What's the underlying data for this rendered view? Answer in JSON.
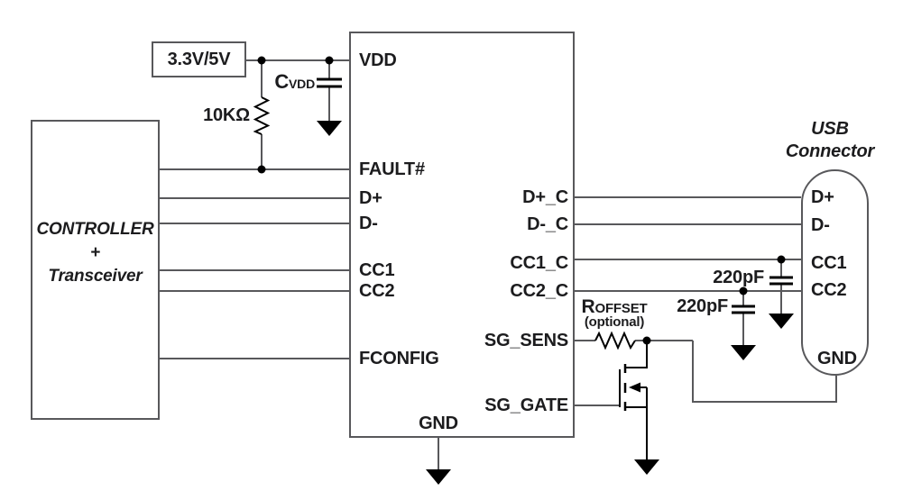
{
  "supply": {
    "label": "3.3V/5V"
  },
  "controller": {
    "line1": "CONTROLLER",
    "line2": "+",
    "line3": "Transceiver"
  },
  "ic": {
    "left_pins": [
      "VDD",
      "FAULT#",
      "D+",
      "D-",
      "CC1",
      "CC2",
      "FCONFIG"
    ],
    "right_pins": [
      "D+_C",
      "D-_C",
      "CC1_C",
      "CC2_C",
      "SG_SENS",
      "SG_GATE"
    ],
    "bottom_pin": "GND"
  },
  "usb": {
    "title_line1": "USB",
    "title_line2": "Connector",
    "pins": [
      "D+",
      "D-",
      "CC1",
      "CC2",
      "GND"
    ]
  },
  "components": {
    "pullup_resistor": "10KΩ",
    "vdd_cap": {
      "sym": "C",
      "sub": "VDD"
    },
    "offset_resistor": {
      "sym": "R",
      "sub": "OFFSET",
      "note": "(optional)"
    },
    "cc1_cap": "220pF",
    "cc2_cap": "220pF"
  },
  "colors": {
    "wire": "#58585b",
    "symbol": "#000000",
    "text": "#1c1c1e",
    "background": "#ffffff"
  }
}
